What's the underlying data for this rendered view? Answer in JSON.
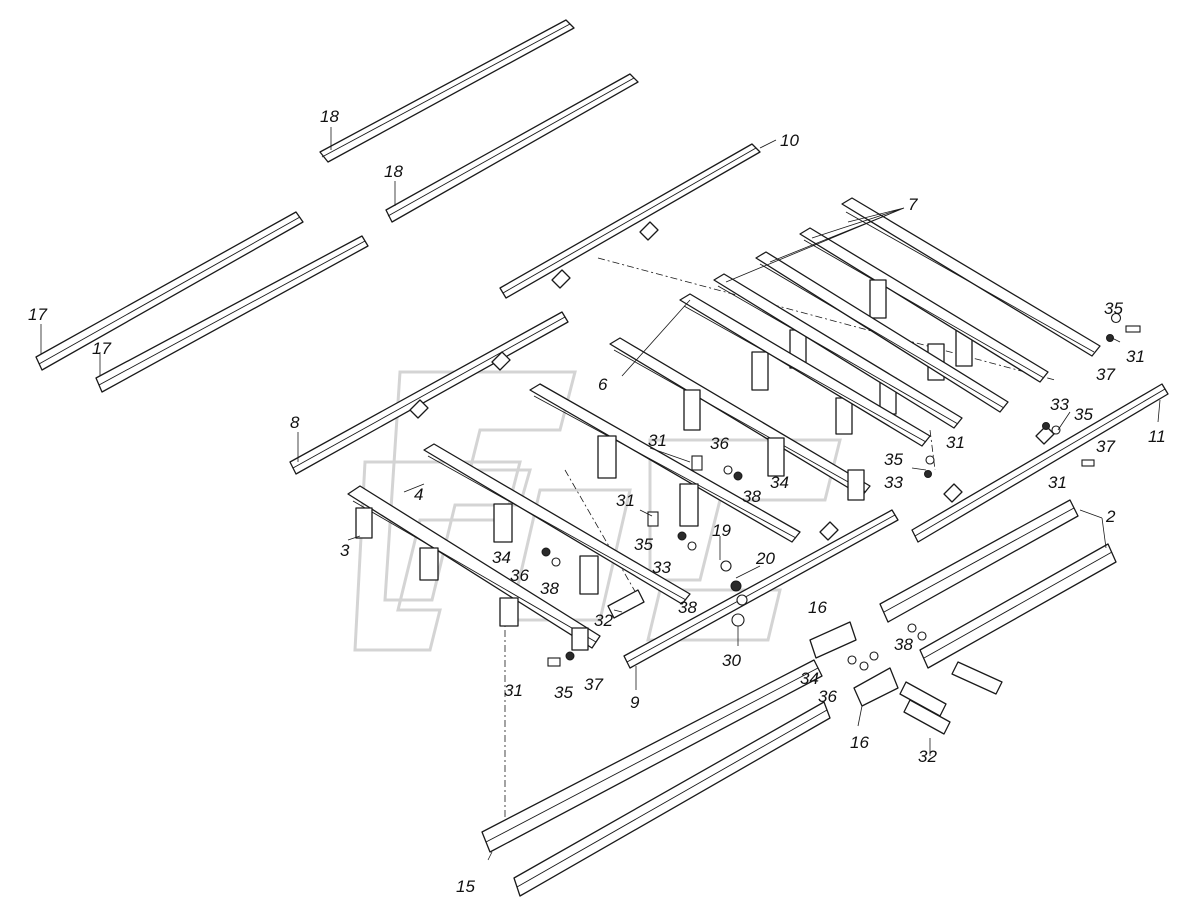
{
  "diagram": {
    "type": "exploded-parts-diagram",
    "colors": {
      "line": "#1a1a1a",
      "background": "#ffffff",
      "watermark": "#d4d4d4"
    },
    "callouts": [
      {
        "id": "c18a",
        "label": "18"
      },
      {
        "id": "c18b",
        "label": "18"
      },
      {
        "id": "c10",
        "label": "10"
      },
      {
        "id": "c7",
        "label": "7"
      },
      {
        "id": "c17a",
        "label": "17"
      },
      {
        "id": "c17b",
        "label": "17"
      },
      {
        "id": "c35a",
        "label": "35"
      },
      {
        "id": "c31a",
        "label": "31"
      },
      {
        "id": "c37a",
        "label": "37"
      },
      {
        "id": "c6",
        "label": "6"
      },
      {
        "id": "c33a",
        "label": "33"
      },
      {
        "id": "c35b",
        "label": "35"
      },
      {
        "id": "c31b",
        "label": "31"
      },
      {
        "id": "c11",
        "label": "11"
      },
      {
        "id": "c8",
        "label": "8"
      },
      {
        "id": "c31c",
        "label": "31"
      },
      {
        "id": "c36a",
        "label": "36"
      },
      {
        "id": "c35c",
        "label": "35"
      },
      {
        "id": "c37b",
        "label": "37"
      },
      {
        "id": "c33b",
        "label": "33"
      },
      {
        "id": "c31d",
        "label": "31"
      },
      {
        "id": "c38a",
        "label": "38"
      },
      {
        "id": "c34a",
        "label": "34"
      },
      {
        "id": "c4",
        "label": "4"
      },
      {
        "id": "c31e",
        "label": "31"
      },
      {
        "id": "c19",
        "label": "19"
      },
      {
        "id": "c3",
        "label": "3"
      },
      {
        "id": "c35d",
        "label": "35"
      },
      {
        "id": "c2",
        "label": "2"
      },
      {
        "id": "c34b",
        "label": "34"
      },
      {
        "id": "c36b",
        "label": "36"
      },
      {
        "id": "c33c",
        "label": "33"
      },
      {
        "id": "c20",
        "label": "20"
      },
      {
        "id": "c38b",
        "label": "38"
      },
      {
        "id": "c38c",
        "label": "38"
      },
      {
        "id": "c32a",
        "label": "32"
      },
      {
        "id": "c16a",
        "label": "16"
      },
      {
        "id": "c38d",
        "label": "38"
      },
      {
        "id": "c30",
        "label": "30"
      },
      {
        "id": "c34c",
        "label": "34"
      },
      {
        "id": "c31f",
        "label": "31"
      },
      {
        "id": "c35e",
        "label": "35"
      },
      {
        "id": "c37c",
        "label": "37"
      },
      {
        "id": "c36c",
        "label": "36"
      },
      {
        "id": "c9",
        "label": "9"
      },
      {
        "id": "c16b",
        "label": "16"
      },
      {
        "id": "c32b",
        "label": "32"
      },
      {
        "id": "c15",
        "label": "15"
      }
    ]
  }
}
